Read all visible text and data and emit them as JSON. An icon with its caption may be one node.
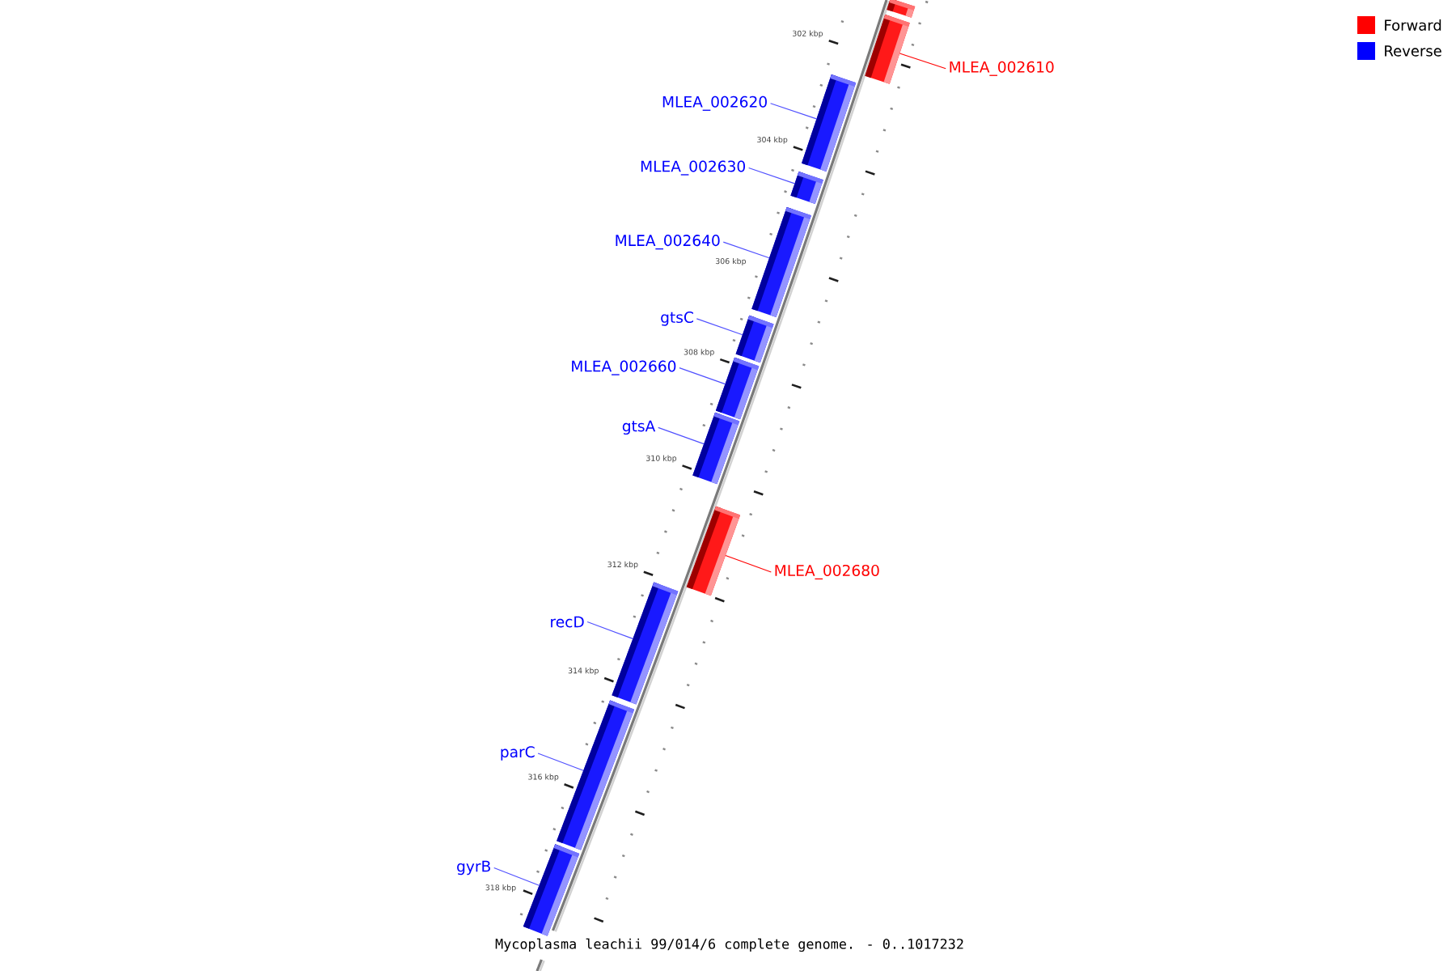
{
  "diagram": {
    "caption": "Mycoplasma leachii 99/014/6 complete genome. - 0..1017232",
    "nodes": [
      {
        "text": [],
        "shape": "bar"
      },
      {
        "text": [
          "MLEA_002610"
        ]
      },
      {
        "text": [],
        "shape": "bar"
      },
      {
        "text": [
          "MLEA_002620"
        ]
      },
      {
        "text": [],
        "shape": "bar"
      },
      {
        "text": [
          "MLEA_002630"
        ]
      },
      {
        "text": [],
        "shape": "bar"
      },
      {
        "text": [
          "MLEA_002640"
        ]
      },
      {
        "text": [],
        "shape": "bar"
      },
      {
        "text": [
          "gtsC"
        ]
      },
      {
        "text": [],
        "shape": "bar"
      },
      {
        "text": [
          "MLEA_002660"
        ]
      },
      {
        "text": [],
        "shape": "bar"
      },
      {
        "text": [
          "gtsA"
        ]
      },
      {
        "text": [],
        "shape": "bar"
      },
      {
        "text": [
          "MLEA_002680"
        ]
      },
      {
        "text": [],
        "shape": "bar"
      },
      {
        "text": [
          "recD"
        ]
      },
      {
        "text": [],
        "shape": "bar"
      },
      {
        "text": [
          "parC"
        ]
      },
      {
        "text": [],
        "shape": "bar"
      },
      {
        "text": [
          "gyrB"
        ]
      },
      {
        "text": [],
        "shape": "bar"
      }
    ],
    "edges": [
      {
        "from": 1,
        "to": 2,
        "arrow": "none",
        "color": "#ff0000"
      },
      {
        "from": 3,
        "to": 4,
        "arrow": "none"
      },
      {
        "from": 5,
        "to": 6,
        "arrow": "none"
      },
      {
        "from": 7,
        "to": 8,
        "arrow": "none"
      },
      {
        "from": 9,
        "to": 10,
        "arrow": "none"
      },
      {
        "from": 11,
        "to": 12,
        "arrow": "none"
      },
      {
        "from": 13,
        "to": 14,
        "arrow": "none"
      },
      {
        "from": 15,
        "to": 16,
        "arrow": "none",
        "color": "#ff0000"
      },
      {
        "from": 17,
        "to": 18,
        "arrow": "none"
      },
      {
        "from": 19,
        "to": 20,
        "arrow": "none"
      },
      {
        "from": 21,
        "to": 22,
        "arrow": "none"
      }
    ],
    "labels": [
      "302 kbp",
      "304 kbp",
      "306 kbp",
      "308 kbp",
      "310 kbp",
      "312 kbp",
      "314 kbp",
      "316 kbp",
      "318 kbp"
    ],
    "legend": [
      {
        "text": "Forward",
        "color": "#ff0000"
      },
      {
        "text": "Reverse",
        "color": "#0000ff"
      }
    ]
  }
}
